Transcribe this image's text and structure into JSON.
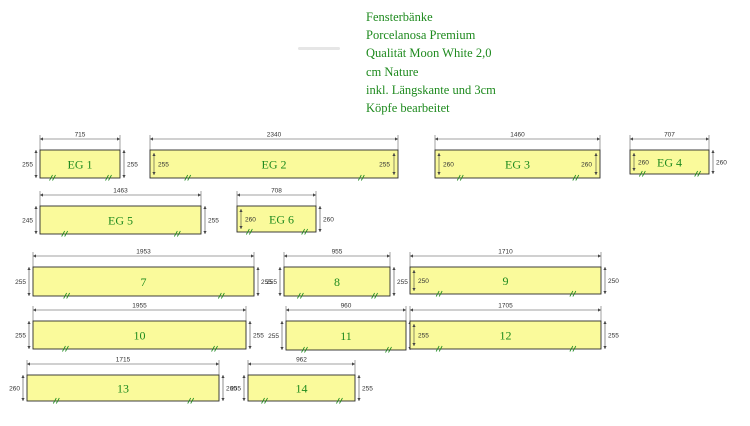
{
  "notes": [
    "Fensterbänke",
    "Porcelanosa Premium",
    "Qualität Moon White 2,0",
    "cm Nature",
    "inkl. Längskante und 3cm",
    "Köpfe bearbeitet"
  ],
  "colors": {
    "panel_fill": "#fafa9b",
    "panel_stroke": "#2b2b2b",
    "label_green": "#1e8a1e",
    "dim_line": "#444444",
    "note_green": "#1e8a1e"
  },
  "pieces": [
    {
      "label": "EG 1",
      "length": "715",
      "left": "255",
      "right": "255"
    },
    {
      "label": "EG 2",
      "length": "2340",
      "left": "255",
      "right": "255"
    },
    {
      "label": "EG 3",
      "length": "1460",
      "left": "260",
      "right": "260"
    },
    {
      "label": "EG 4",
      "length": "707",
      "left": "260",
      "right": "260"
    },
    {
      "label": "EG 5",
      "length": "1463",
      "left": "245",
      "right": "255"
    },
    {
      "label": "EG 6",
      "length": "708",
      "left": "260",
      "right": "260"
    },
    {
      "label": "7",
      "length": "1953",
      "left": "255",
      "right": "255"
    },
    {
      "label": "8",
      "length": "955",
      "left": "255",
      "right": "255"
    },
    {
      "label": "9",
      "length": "1710",
      "left": "250",
      "right": "250"
    },
    {
      "label": "10",
      "length": "1955",
      "left": "255",
      "right": "255"
    },
    {
      "label": "11",
      "length": "960",
      "left": "255",
      "right": "255"
    },
    {
      "label": "12",
      "length": "1705",
      "left": "255",
      "right": "255"
    },
    {
      "label": "13",
      "length": "1715",
      "left": "260",
      "right": "260"
    },
    {
      "label": "14",
      "length": "962",
      "left": "255",
      "right": "255"
    }
  ]
}
